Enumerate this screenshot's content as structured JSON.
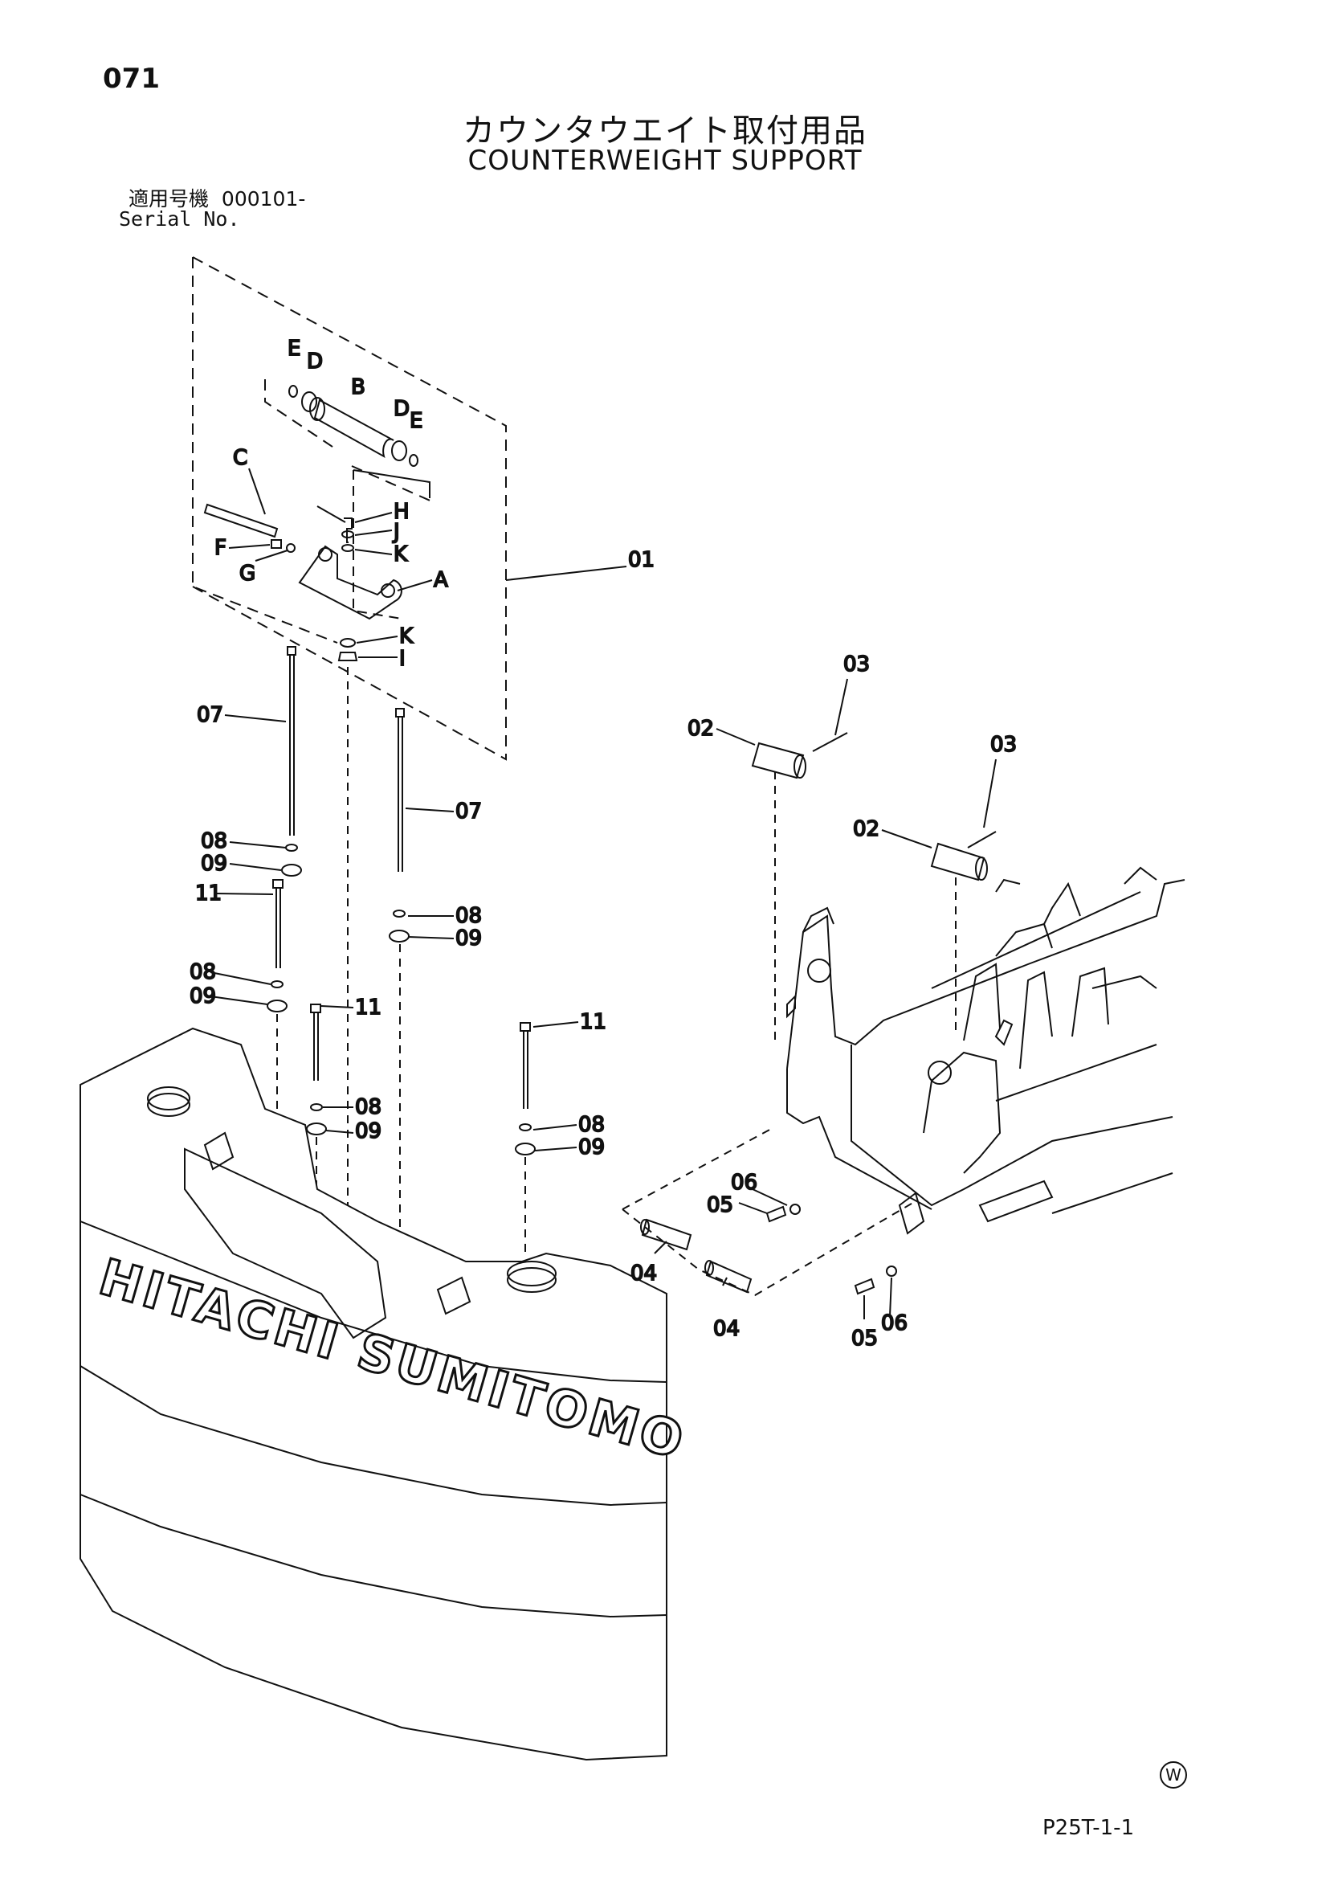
{
  "header": {
    "page_number": "071",
    "title_ja": "カウンタウエイト取付用品",
    "title_en": "COUNTERWEIGHT SUPPORT",
    "serial_label_ja": "適用号機",
    "serial_value": "000101-",
    "serial_label_en": "Serial No."
  },
  "subassembly_labels": {
    "E1": "E",
    "D1": "D",
    "B": "B",
    "D2": "D",
    "E2": "E",
    "C": "C",
    "H": "H",
    "J": "J",
    "K1": "K",
    "F": "F",
    "G": "G",
    "A": "A",
    "K2": "K",
    "I": "I"
  },
  "callouts": {
    "c01": "01",
    "c03a": "03",
    "c02a": "02",
    "c03b": "03",
    "c02b": "02",
    "c07a": "07",
    "c07b": "07",
    "c08a": "08",
    "c09a": "09",
    "c11a": "11",
    "c08b": "08",
    "c09b": "09",
    "c08c": "08",
    "c09c": "09",
    "c11b": "11",
    "c08d": "08",
    "c09d": "09",
    "c11c": "11",
    "c08e": "08",
    "c09e": "09",
    "c06a": "06",
    "c05a": "05",
    "c04a": "04",
    "c04b": "04",
    "c05b": "05",
    "c06b": "06"
  },
  "counterweight": {
    "brand": "HITACHI SUMITOMO"
  },
  "footer": {
    "watermark": "W",
    "page_code": "P25T-1-1"
  }
}
